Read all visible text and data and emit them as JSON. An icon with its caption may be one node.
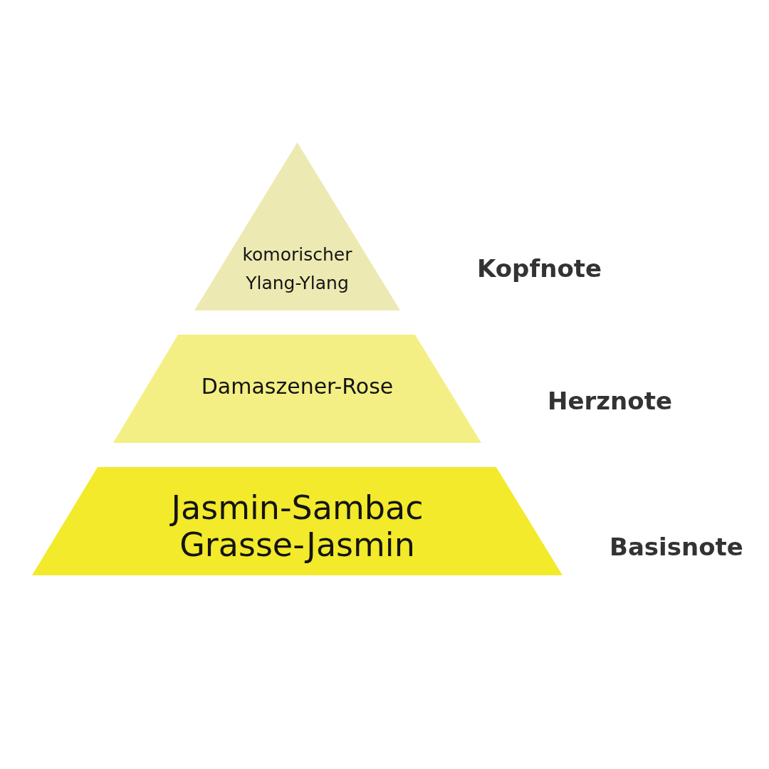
{
  "diagram": {
    "nodes": [
      {
        "text": [
          "komorischer Ylang-Ylang"
        ],
        "beside": [
          "Kopfnote"
        ]
      },
      {
        "text": [
          "Damaszener-Rose"
        ],
        "beside": [
          "Herznote"
        ]
      },
      {
        "text": [
          "Jasmin-Sambac",
          "Grasse-Jasmin"
        ],
        "beside": [
          "Basisnote"
        ]
      }
    ]
  }
}
